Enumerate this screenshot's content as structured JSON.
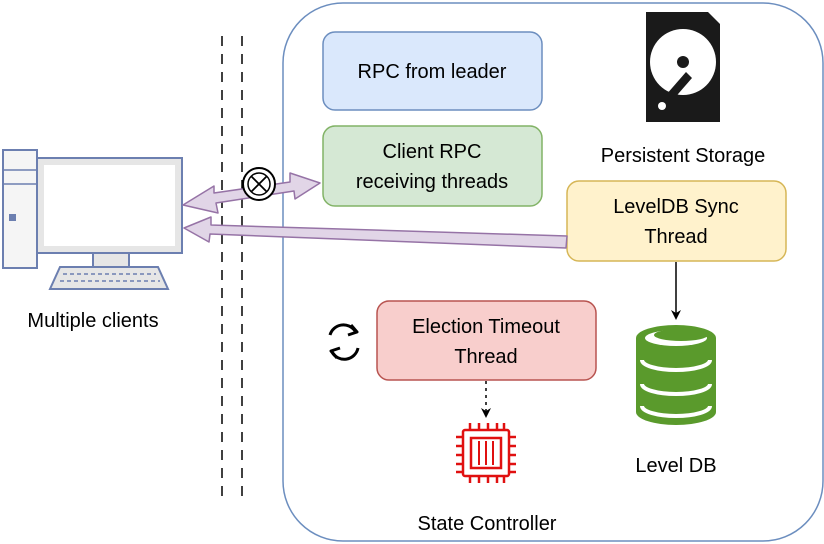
{
  "labels": {
    "multiple_clients": "Multiple clients",
    "persistent_storage": "Persistent Storage",
    "level_db": "Level DB",
    "state_controller": "State Controller"
  },
  "boxes": {
    "rpc_from_leader": {
      "line1": "RPC from leader",
      "line2": ""
    },
    "client_rpc": {
      "line1": "Client RPC",
      "line2": "receiving threads"
    },
    "leveldb_sync": {
      "line1": "LevelDB Sync",
      "line2": "Thread"
    },
    "election_timeout": {
      "line1": "Election Timeout",
      "line2": "Thread"
    }
  },
  "colors": {
    "server_border": "#6c8ebf",
    "rpc_leader_fill": "#dae8fc",
    "rpc_leader_stroke": "#6c8ebf",
    "client_rpc_fill": "#d5e8d4",
    "client_rpc_stroke": "#82b366",
    "leveldb_sync_fill": "#fff2cc",
    "leveldb_sync_stroke": "#d6b656",
    "election_fill": "#f8cecc",
    "election_stroke": "#b85450",
    "arrow_fill": "#e1d5e7",
    "arrow_stroke": "#9673a6",
    "db_green": "#5a9a2c",
    "chip_red": "#e01010",
    "computer_stroke": "#6c7fb0",
    "computer_fill": "#f5f5f5"
  },
  "icons": [
    "hard-disk-icon",
    "computer-icon",
    "database-icon",
    "cpu-chip-icon",
    "refresh-cycle-icon",
    "blocked-circle-x-icon"
  ]
}
